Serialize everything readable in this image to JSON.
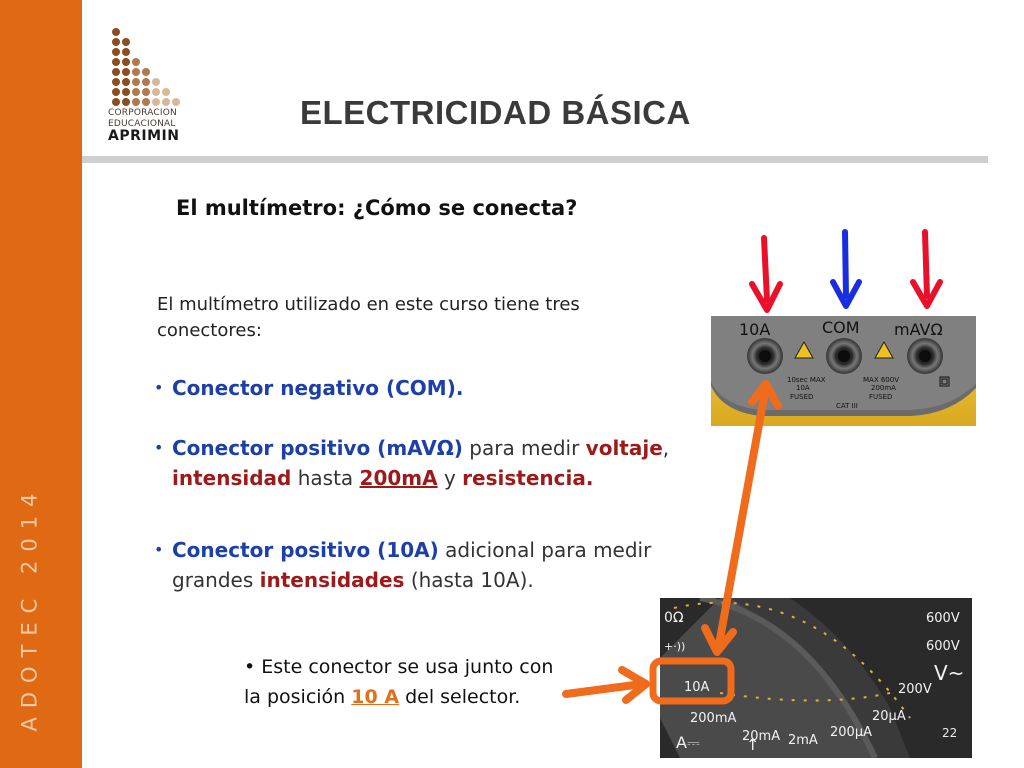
{
  "sidebar": {
    "text": "ADOTEC 2014"
  },
  "logo": {
    "line1": "CORPORACION",
    "line2": "EDUCACIONAL",
    "line3": "APRIMIN"
  },
  "header": {
    "title": "ELECTRICIDAD BÁSICA"
  },
  "subtitle": "El multímetro: ¿Cómo se conecta?",
  "intro": "El multímetro utilizado en este curso tiene tres conectores:",
  "bullet1": {
    "text": "Conector negativo (COM)."
  },
  "bullet2": {
    "lead": "Conector positivo (mAVΩ)",
    "t1": " para medir ",
    "w1": "voltaje",
    "t2": ", ",
    "w2": "intensidad",
    "t3": " hasta  ",
    "w3": "200mA",
    "t4": " y ",
    "w4": "resistencia."
  },
  "bullet3": {
    "lead": "Conector positivo (10A)",
    "t1": " adicional para medir grandes ",
    "w1": "intensidades",
    "t2": " (hasta 10A)."
  },
  "note": {
    "bullet": "•",
    "t1": "Este conector se usa junto con la posición ",
    "hl": "10 A",
    "t2": " del selector."
  },
  "jacks": {
    "label_10a": "10A",
    "label_com": "COM",
    "label_mav": "mAVΩ",
    "fuse1": [
      "10sec MAX",
      "10A",
      "FUSED"
    ],
    "cat": "CAT III",
    "fuse2": [
      "MAX 600V",
      "200mA",
      "FUSED"
    ]
  },
  "selector": {
    "labels": [
      "0Ω",
      "600V",
      "600V",
      "10A",
      "200mA",
      "200V",
      "20mA",
      "2mA",
      "200μA",
      "20μA",
      "A⎓",
      "V~"
    ]
  },
  "page_number": "22",
  "colors": {
    "orange": "#e06a14",
    "arrow_red": "#e8102a",
    "arrow_blue": "#1a2ee0",
    "arrow_orange": "#f06b1c",
    "text_blue": "#1c3faa",
    "text_maroon": "#9e1a1a"
  }
}
